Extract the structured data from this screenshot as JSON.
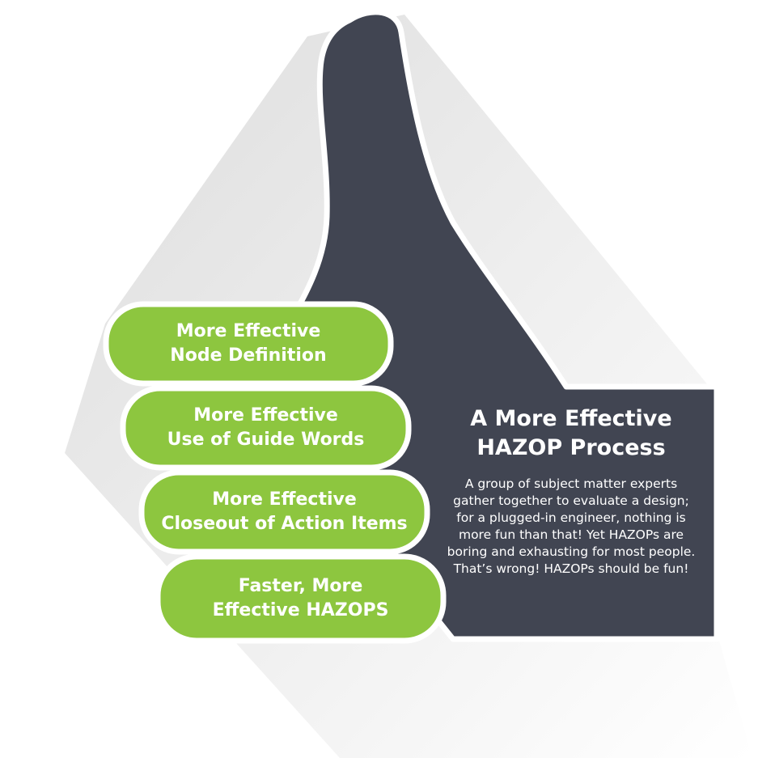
{
  "graphic": {
    "icon": "thumbs-up-icon",
    "colors": {
      "thumb": "#414552",
      "finger": "#8dc63f",
      "outline": "#ffffff",
      "text": "#ffffff",
      "shadow": "#e2e2e2"
    }
  },
  "fingers": [
    {
      "label": "More Effective\nNode Definition"
    },
    {
      "label": "More Effective\nUse of Guide Words"
    },
    {
      "label": "More Effective\nCloseout of Action Items"
    },
    {
      "label": "Faster, More\nEffective HAZOPS"
    }
  ],
  "panel": {
    "title": "A More Effective\nHAZOP Process",
    "body": "A group of subject matter experts gather together to evaluate a design; for a plugged-in engineer, nothing is more fun than that! Yet HAZOPs are boring and exhausting for most people. That’s wrong! HAZOPs should be fun!"
  }
}
